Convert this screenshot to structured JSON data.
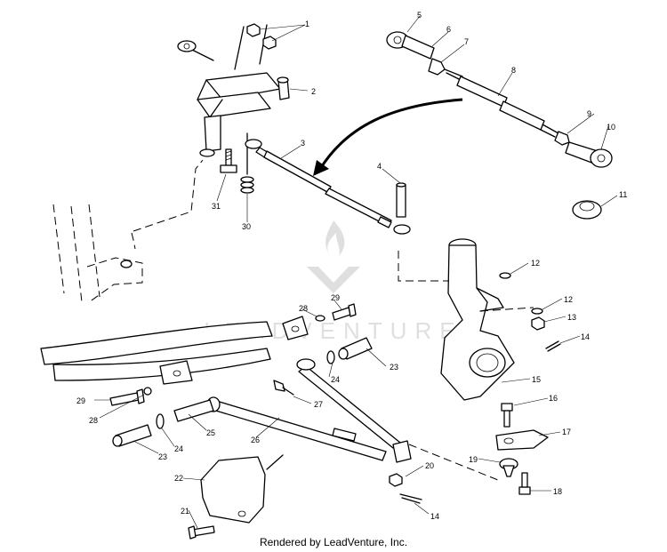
{
  "callouts": [
    "1",
    "2",
    "3",
    "4",
    "5",
    "6",
    "7",
    "8",
    "9",
    "10",
    "11",
    "12",
    "12",
    "13",
    "14",
    "15",
    "16",
    "17",
    "18",
    "19",
    "20",
    "14",
    "21",
    "22",
    "23",
    "24",
    "25",
    "26",
    "27",
    "28",
    "29",
    "28",
    "29",
    "23",
    "24",
    "30",
    "31"
  ],
  "watermark": "LEADVENTURE",
  "footer": "Rendered by LeadVenture, Inc."
}
